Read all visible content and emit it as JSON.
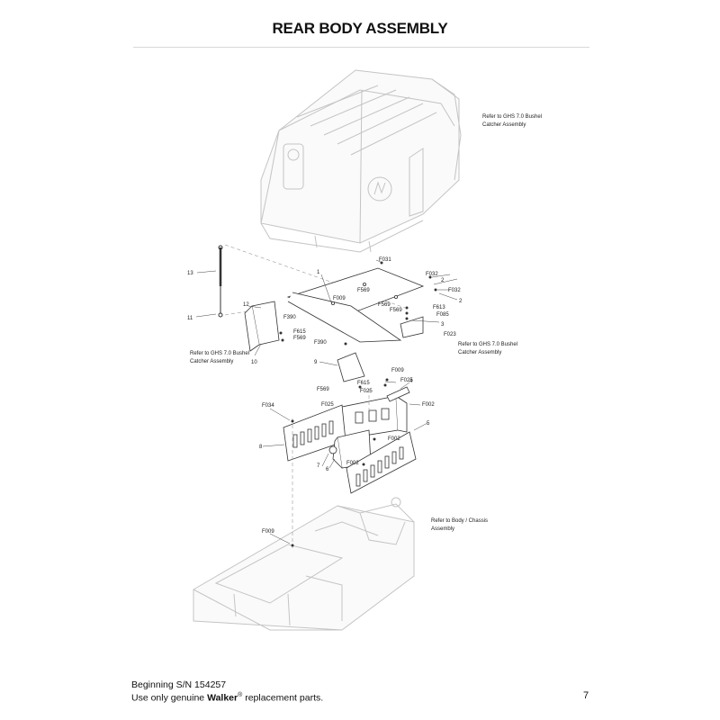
{
  "page": {
    "title": "REAR BODY ASSEMBLY",
    "page_number": "7"
  },
  "footer": {
    "line1": "Beginning S/N 154257",
    "line2_prefix": "Use only genuine ",
    "brand": "Walker",
    "registered": "®",
    "line2_suffix": " replacement parts."
  },
  "references": {
    "ghs_top": [
      "Refer to GHS 7.0 Bushel",
      "Catcher Assembly"
    ],
    "ghs_mid": [
      "Refer to GHS 7.0 Bushel",
      "Catcher Assembly"
    ],
    "ghs_left": [
      "Refer to GHS 7.0 Bushel",
      "Catcher Assembly"
    ],
    "body_chassis": [
      "Refer to Body / Chassis",
      "Assembly"
    ]
  },
  "callouts": {
    "c1": "1",
    "c2a": "2",
    "c2b": "2",
    "c3": "3",
    "c4": "4",
    "c5": "5",
    "c6": "6",
    "c7": "7",
    "c8": "8",
    "c9": "9",
    "c10": "10",
    "c11": "11",
    "c12": "12",
    "c13": "13"
  },
  "parts": {
    "F031": "F031",
    "F032a": "F032",
    "F032b": "F032",
    "F569a": "F569",
    "F009a": "F009",
    "F569b": "F569",
    "F613": "F613",
    "F085": "F085",
    "F569c": "F569",
    "F023": "F023",
    "F390a": "F390",
    "F615a": "F615",
    "F569d": "F569",
    "F390b": "F390",
    "F009b": "F009",
    "F025a": "F025",
    "F615b": "F615",
    "F569e": "F569",
    "F025b": "F025",
    "F025c": "F025",
    "F002a": "F002",
    "F034": "F034",
    "F002b": "F002",
    "F002c": "F002",
    "F009c": "F009"
  }
}
